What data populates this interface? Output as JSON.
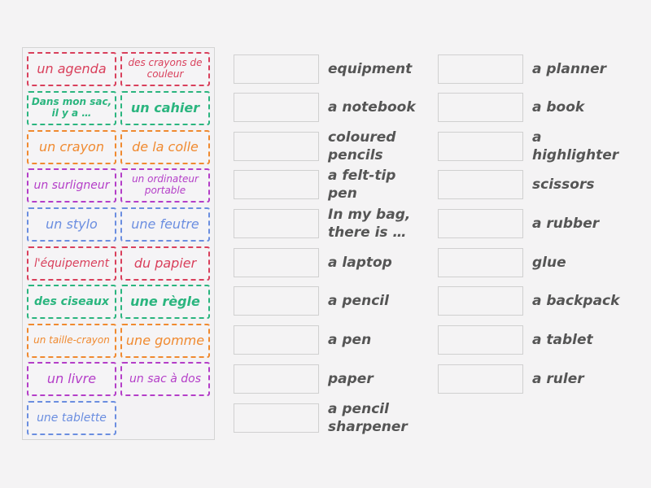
{
  "activity": {
    "type": "match-up",
    "colors": {
      "red": "#d9405c",
      "green": "#2bb57f",
      "orange": "#f08a30",
      "purple": "#b43ec8",
      "blue": "#6b8ee0",
      "label_text": "#555555"
    }
  },
  "tiles": [
    {
      "text": "un agenda",
      "color": "red"
    },
    {
      "text": "des crayons de couleur",
      "color": "red"
    },
    {
      "text": "Dans mon sac, il y a …",
      "color": "green"
    },
    {
      "text": "un cahier",
      "color": "green"
    },
    {
      "text": "un crayon",
      "color": "orange"
    },
    {
      "text": "de la colle",
      "color": "orange"
    },
    {
      "text": "un surligneur",
      "color": "purple"
    },
    {
      "text": "un ordinateur portable",
      "color": "purple"
    },
    {
      "text": "un stylo",
      "color": "blue"
    },
    {
      "text": "une feutre",
      "color": "blue"
    },
    {
      "text": "l'équipement",
      "color": "red"
    },
    {
      "text": "du papier",
      "color": "red"
    },
    {
      "text": "des ciseaux",
      "color": "green"
    },
    {
      "text": "une règle",
      "color": "green"
    },
    {
      "text": "un taille-crayon",
      "color": "orange"
    },
    {
      "text": "une gomme",
      "color": "orange"
    },
    {
      "text": "un livre",
      "color": "purple"
    },
    {
      "text": "un sac à dos",
      "color": "purple"
    },
    {
      "text": "une tablette",
      "color": "blue"
    }
  ],
  "targets_left": [
    {
      "label": "equipment"
    },
    {
      "label": "a notebook"
    },
    {
      "label": "coloured pencils"
    },
    {
      "label": "a felt-tip pen"
    },
    {
      "label": "In my bag, there is …"
    },
    {
      "label": "a laptop"
    },
    {
      "label": "a pencil"
    },
    {
      "label": "a pen"
    },
    {
      "label": "paper"
    },
    {
      "label": "a pencil sharpener"
    }
  ],
  "targets_right": [
    {
      "label": "a planner"
    },
    {
      "label": "a book"
    },
    {
      "label": "a highlighter"
    },
    {
      "label": "scissors"
    },
    {
      "label": "a rubber"
    },
    {
      "label": "glue"
    },
    {
      "label": "a backpack"
    },
    {
      "label": "a tablet"
    },
    {
      "label": "a ruler"
    }
  ]
}
